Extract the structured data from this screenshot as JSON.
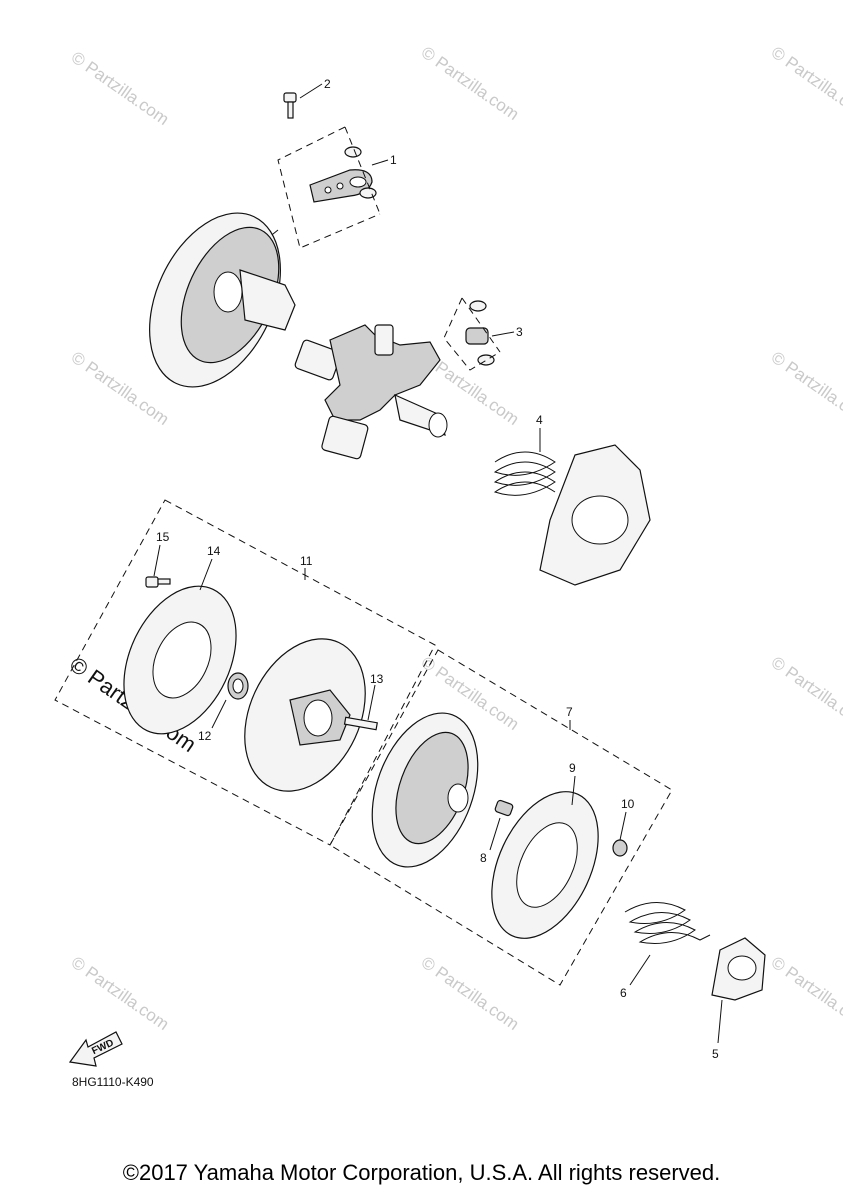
{
  "callouts": {
    "c1": "1",
    "c2": "2",
    "c3": "3",
    "c4": "4",
    "c5": "5",
    "c6": "6",
    "c7": "7",
    "c8": "8",
    "c9": "9",
    "c10": "10",
    "c11": "11",
    "c12": "12",
    "c13": "13",
    "c14": "14",
    "c15": "15"
  },
  "watermark": {
    "text": "© Partzilla.com",
    "large_text": "© Partzilla.com"
  },
  "fwd_label": "FWD",
  "diagram_code": "8HG1110-K490",
  "copyright": "©2017 Yamaha Motor Corporation, U.S.A. All rights reserved.",
  "colors": {
    "ink": "#111111",
    "watermark": "#c9c9c9",
    "background": "#ffffff"
  }
}
